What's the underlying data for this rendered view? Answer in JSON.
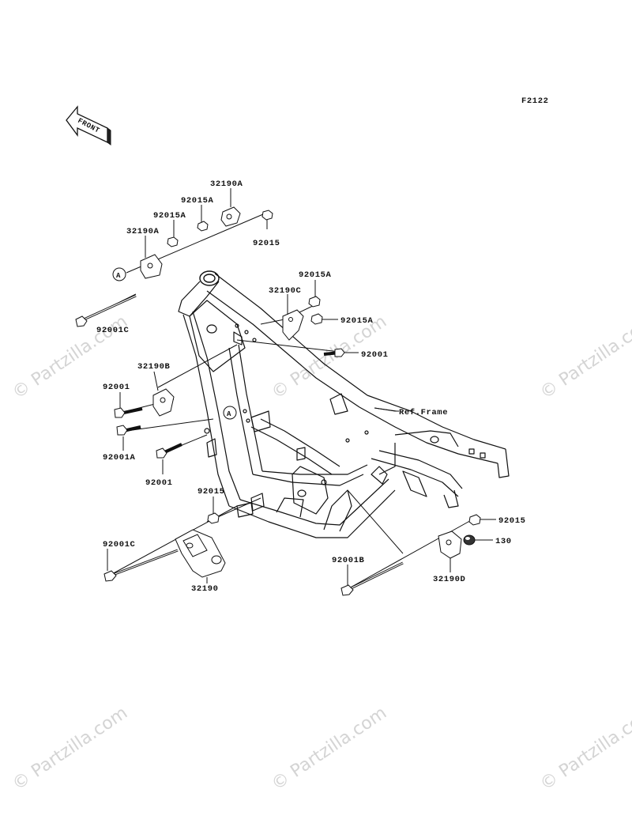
{
  "diagram": {
    "figure_code": "F2122",
    "front_arrow_label": "FRONT",
    "ref_frame_label": "Ref.Frame",
    "callout_letter": "A",
    "watermark": "© Partzilla.com",
    "parts": {
      "p32190A_top": "32190A",
      "p92015A_top": "92015A",
      "p92015_top": "92015",
      "p92015A_left": "92015A",
      "p32190A_left": "32190A",
      "p92001C_top": "92001C",
      "p32190C": "32190C",
      "p92015A_c1": "92015A",
      "p92015A_c2": "92015A",
      "p92001_right": "92001",
      "p32190B": "32190B",
      "p92001_left": "92001",
      "p92001A": "92001A",
      "p92001_mid": "92001",
      "p92015_low": "92015",
      "p92001C_low": "92001C",
      "p32190": "32190",
      "p92001B": "92001B",
      "p92015_right": "92015",
      "p130": "130",
      "p32190D": "32190D"
    }
  }
}
